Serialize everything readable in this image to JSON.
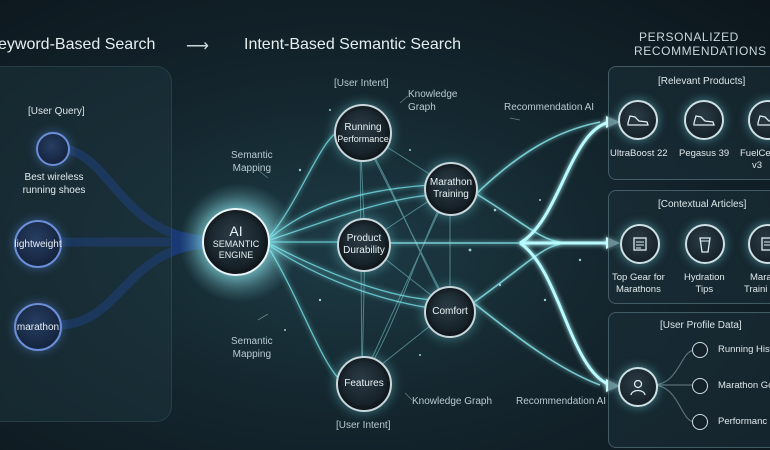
{
  "header": {
    "left_title": "eyword-Based Search",
    "arrow": "⟶",
    "center_title": "Intent-Based Semantic Search",
    "right_title_line1": "PERSONALIZED",
    "right_title_line2": "RECOMMENDATIONS"
  },
  "query": {
    "label": "[User Query]",
    "q1": "Best wireless running shoes",
    "q1_line1": "Best wireless",
    "q1_line2": "running shoes",
    "q2": "lightweight",
    "q3": "marathon"
  },
  "engine": {
    "line1": "AI",
    "line2": "SEMANTIC",
    "line3": "ENGINE"
  },
  "graph": {
    "user_intent_top": "[User Intent]",
    "user_intent_bottom": "[User Intent]",
    "knowledge_graph_top_1": "Knowledge",
    "knowledge_graph_top_2": "Graph",
    "knowledge_graph_bottom": "Knowledge Graph",
    "semantic_mapping_top_1": "Semantic",
    "semantic_mapping_top_2": "Mapping",
    "semantic_mapping_bottom_1": "Semantic",
    "semantic_mapping_bottom_2": "Mapping",
    "recommendation_ai_top": "Recommendation AI",
    "recommendation_ai_bottom": "Recommendation AI",
    "nodes": {
      "running_performance_1": "Running",
      "running_performance_2": "Performance",
      "marathon_training_1": "Marathon",
      "marathon_training_2": "Training",
      "product_durability_1": "Product",
      "product_durability_2": "Durability",
      "comfort": "Comfort",
      "features": "Features"
    }
  },
  "products": {
    "title": "[Relevant Products]",
    "items": [
      {
        "label1": "UltraBoost 22",
        "label2": "",
        "icon": "shoe-icon"
      },
      {
        "label1": "Pegasus 39",
        "label2": "",
        "icon": "shoe-icon"
      },
      {
        "label1": "FuelCel",
        "label2": "v3",
        "icon": "shoe-icon"
      }
    ]
  },
  "articles": {
    "title": "[Contextual Articles]",
    "items": [
      {
        "label1": "Top Gear for",
        "label2": "Marathons",
        "icon": "newspaper-icon"
      },
      {
        "label1": "Hydration",
        "label2": "Tips",
        "icon": "cup-icon"
      },
      {
        "label1": "Mara",
        "label2": "Traini",
        "icon": "newspaper-icon"
      }
    ]
  },
  "profile": {
    "title": "[User Profile Data]",
    "items": [
      "Running Hist",
      "Marathon Go",
      "Performanc"
    ],
    "icon": "user-icon"
  },
  "colors": {
    "accent_glow": "#6ef0f5",
    "query_node_border": "#6b8fd8",
    "background": "#14262e"
  }
}
